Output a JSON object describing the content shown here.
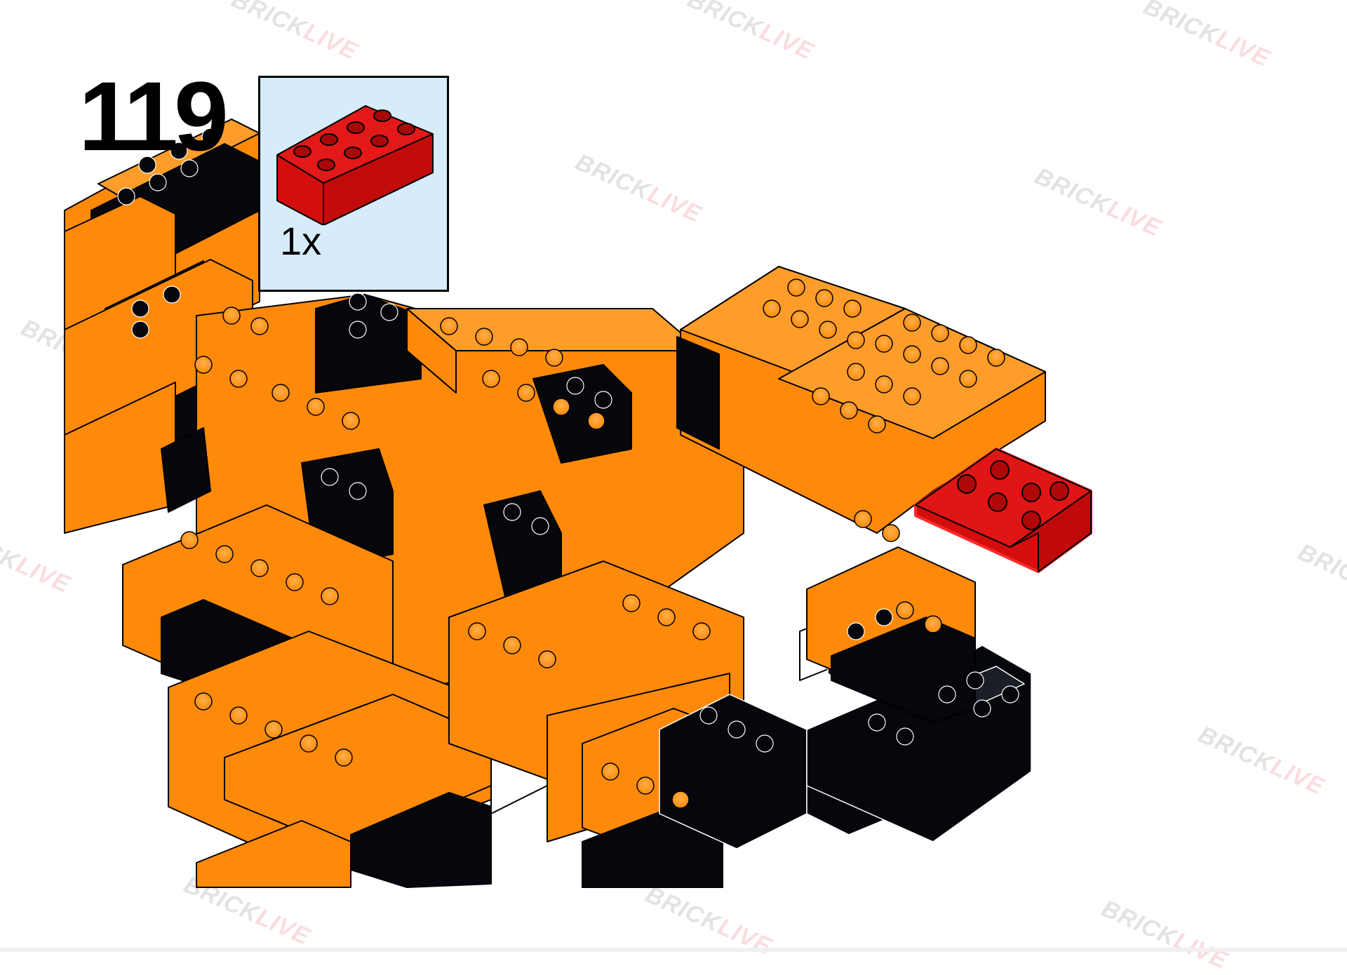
{
  "step": {
    "number": "119"
  },
  "parts_callout": {
    "quantity_label": "1x",
    "part_color": "#d40d0d",
    "part_name_icon": "red-2x4-brick-icon"
  },
  "watermark": {
    "brand_part_a": "BRICK",
    "brand_part_b": "LIVE"
  },
  "colors": {
    "orange": "#ff8a0a",
    "black": "#05070c",
    "white": "#ffffff",
    "highlight_red": "#d40d0d",
    "callout_bg": "#d6ecfb"
  }
}
